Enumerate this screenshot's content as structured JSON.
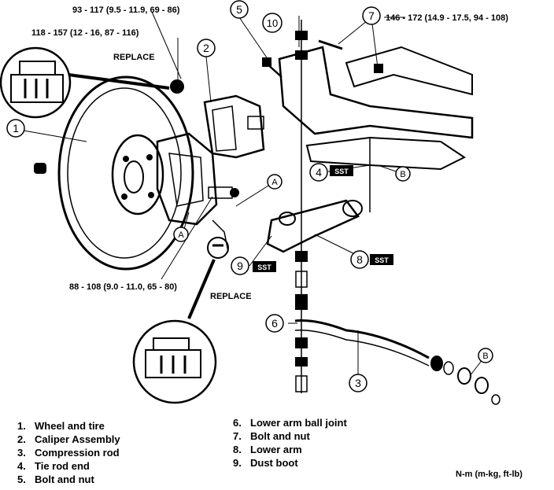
{
  "torque_specs": {
    "bolt_5": "93 - 117 (9.5 - 11.9, 69 - 86)",
    "caliper_nut": "118 - 157 (12 - 16, 87 - 116)",
    "bolt_7": "146 - 172 (14.9 - 17.5, 94 - 108)",
    "tie_rod_nut": "88 - 108 (9.0 - 11.0, 65 - 80)"
  },
  "replace_labels": {
    "upper": "REPLACE",
    "lower": "REPLACE"
  },
  "callouts": {
    "c1": "1",
    "c2": "2",
    "c3": "3",
    "c4": "4",
    "c5": "5",
    "c6": "6",
    "c7": "7",
    "c8": "8",
    "c9": "9",
    "c10": "10",
    "cA1": "A",
    "cA2": "A",
    "cB1": "B",
    "cB2": "B"
  },
  "sst": {
    "s4": "SST",
    "s8": "SST",
    "s9": "SST"
  },
  "legend_left": [
    {
      "num": "1.",
      "label": "Wheel and tire"
    },
    {
      "num": "2.",
      "label": "Caliper Assembly"
    },
    {
      "num": "3.",
      "label": "Compression rod"
    },
    {
      "num": "4.",
      "label": "Tie rod end"
    },
    {
      "num": "5.",
      "label": "Bolt and nut"
    }
  ],
  "legend_right": [
    {
      "num": "6.",
      "label": "Lower arm ball joint"
    },
    {
      "num": "7.",
      "label": "Bolt and nut"
    },
    {
      "num": "8.",
      "label": "Lower arm"
    },
    {
      "num": "9.",
      "label": "Dust boot"
    }
  ],
  "units": "N-m (m-kg, ft-lb)"
}
